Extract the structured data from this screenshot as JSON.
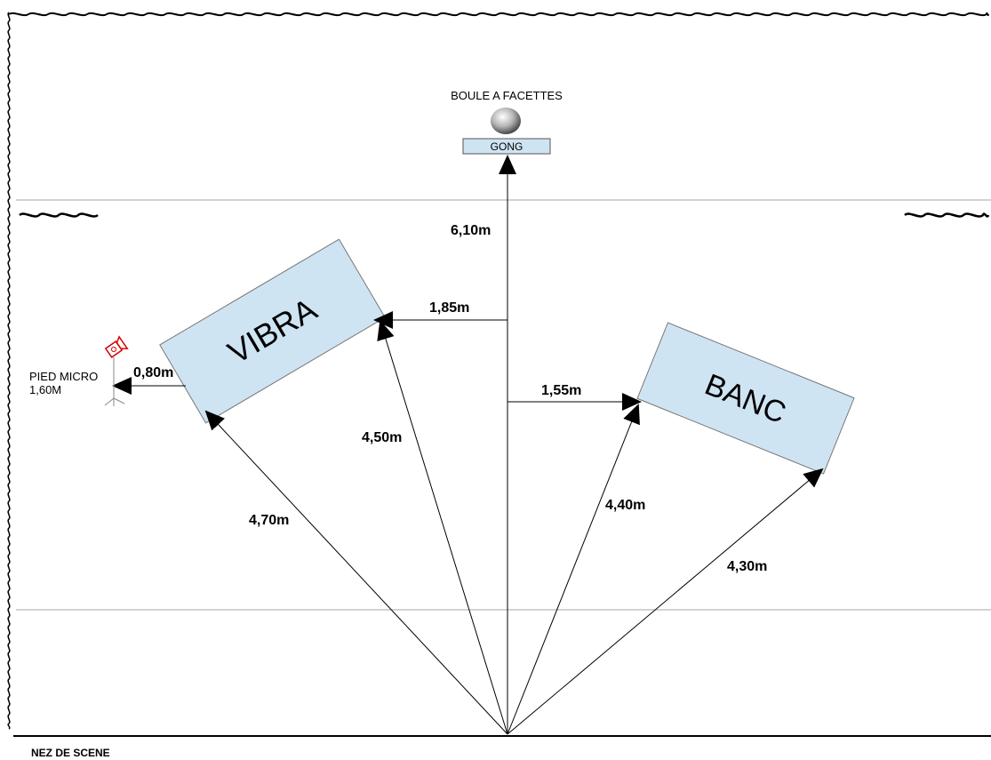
{
  "labels": {
    "ball": "BOULE A FACETTES",
    "gong": "GONG",
    "vibra": "VIBRA",
    "banc": "BANC",
    "mic_name": "PIED MICRO",
    "mic_height": "1,60M",
    "stage_edge": "NEZ DE SCENE"
  },
  "distances": {
    "gong": "6,10m",
    "vibra_side": "1,85m",
    "mic": "0,80m",
    "banc_side": "1,55m",
    "vibra_left": "4,70m",
    "vibra_right": "4,50m",
    "banc_left": "4,40m",
    "banc_right": "4,30m"
  },
  "colors": {
    "instrument_fill": "#cfe4f3",
    "line": "#000000",
    "guide": "#b8b8b8",
    "mic": "#d40000"
  }
}
